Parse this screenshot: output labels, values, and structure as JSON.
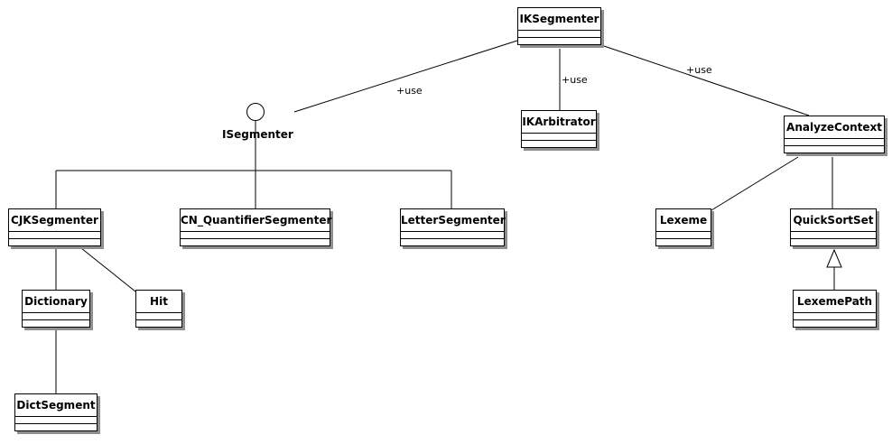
{
  "classes": {
    "ik_segmenter": "IKSegmenter",
    "ik_arbitrator": "IKArbitrator",
    "analyze_context": "AnalyzeContext",
    "cjk_segmenter": "CJKSegmenter",
    "cn_quantifier_segmenter": "CN_QuantifierSegmenter",
    "letter_segmenter": "LetterSegmenter",
    "lexeme": "Lexeme",
    "quick_sort_set": "QuickSortSet",
    "dictionary": "Dictionary",
    "hit": "Hit",
    "lexeme_path": "LexemePath",
    "dict_segment": "DictSegment"
  },
  "interface": {
    "name": "ISegmenter",
    "icon": "interface-lollipop-icon"
  },
  "associations": {
    "use_isegmenter": "+use",
    "use_arbitrator": "+use",
    "use_context": "+use"
  }
}
